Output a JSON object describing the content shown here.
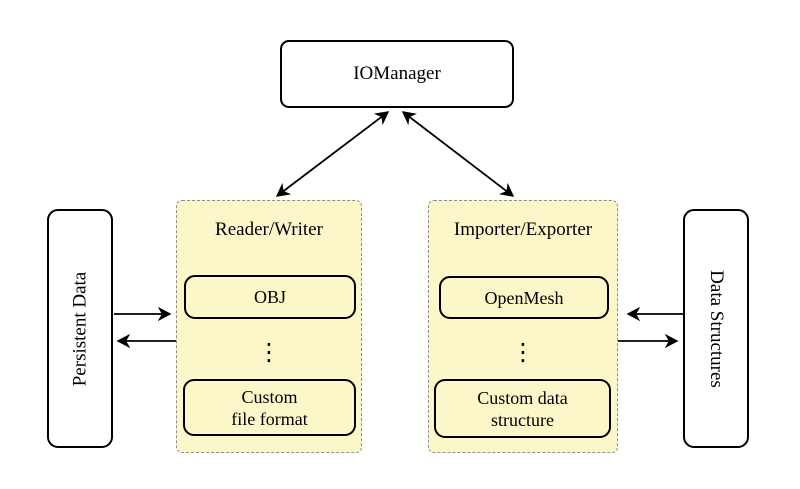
{
  "diagram": {
    "iomanager": {
      "label": "IOManager"
    },
    "persistent_data": {
      "label": "Persistent Data"
    },
    "data_structures": {
      "label": "Data Structures"
    },
    "reader_writer": {
      "label": "Reader/Writer",
      "items": {
        "obj": {
          "label": "OBJ"
        },
        "ellipsis": "⋮",
        "custom": {
          "line1": "Custom",
          "line2": "file format"
        }
      }
    },
    "importer_exporter": {
      "label": "Importer/Exporter",
      "items": {
        "openmesh": {
          "label": "OpenMesh"
        },
        "ellipsis": "⋮",
        "custom": {
          "line1": "Custom data",
          "line2": "structure"
        }
      }
    },
    "colors": {
      "background": "#FFFFFF",
      "panel_fill": "#FBF7C9",
      "panel_border": "#8E8E8E",
      "node_border": "#000000",
      "arrow": "#000000"
    }
  }
}
